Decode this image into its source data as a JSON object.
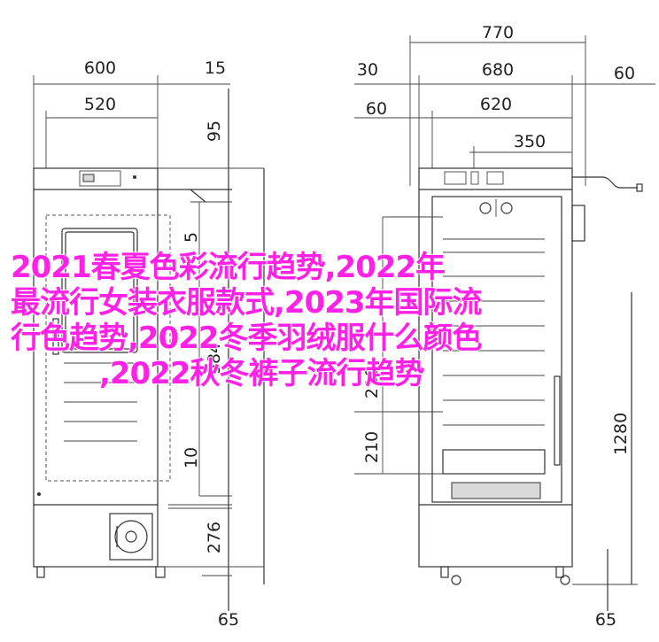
{
  "overlay": {
    "line1": "2021春夏色彩流行趋势,2022年",
    "line2": "最流行女装衣服款式,2023年国际流",
    "line3": "行色趋势,2022冬季羽绒服什么颜色",
    "line4": ",2022秋冬裤子流行趋势"
  },
  "front_view": {
    "width_total": "600",
    "width_inner": "520",
    "side_gap": "15",
    "top_height": "95",
    "gap_5": "5",
    "door_height": "984",
    "gap_10": "10",
    "bottom_height": "276",
    "feet_offset": "65"
  },
  "side_view": {
    "depth_total": "770",
    "left_gap": "30",
    "depth_body": "680",
    "right_gap": "60",
    "left_inset": "60",
    "depth_inner": "620",
    "shelf_depth": "350",
    "shelf_pitch_a": "210",
    "shelf_pitch_b": "210",
    "inner_height": "1280",
    "feet_offset": "65"
  },
  "colors": {
    "overlay_text": "#ff22e6",
    "line": "#333333"
  }
}
